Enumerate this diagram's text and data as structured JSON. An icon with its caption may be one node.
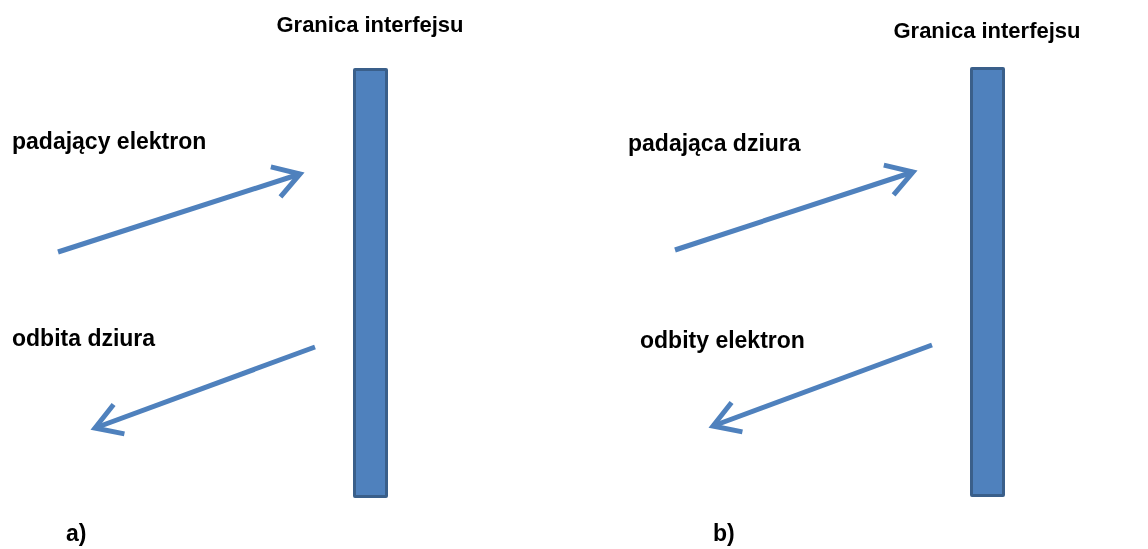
{
  "diagram": {
    "nodes": [
      {
        "text": [
          "Granica interfejsu"
        ]
      },
      {
        "text": [
          "Granica interfejsu"
        ]
      }
    ],
    "labels": [
      "padający elektron",
      "odbita dziura",
      "a)",
      "padająca dziura",
      "odbity elektron",
      "b)"
    ]
  }
}
